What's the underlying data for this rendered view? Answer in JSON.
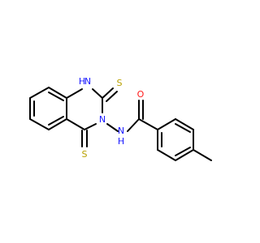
{
  "structure": {
    "atoms": {
      "h1": {
        "text": "H",
        "color": "#1a1aff"
      },
      "n1": {
        "text": "N",
        "color": "#1a1aff"
      },
      "n3": {
        "text": "N",
        "color": "#1a1aff"
      },
      "nh": {
        "text": "N",
        "color": "#1a1aff"
      },
      "h_amide": {
        "text": "H",
        "color": "#1a1aff"
      },
      "s2": {
        "text": "S",
        "color": "#b8a000"
      },
      "s4": {
        "text": "S",
        "color": "#b8a000"
      },
      "o": {
        "text": "O",
        "color": "#ff1a1a"
      }
    },
    "colors": {
      "bond": "#000000",
      "nitrogen": "#1a1aff",
      "sulfur": "#b8a000",
      "oxygen": "#ff1a1a"
    }
  }
}
